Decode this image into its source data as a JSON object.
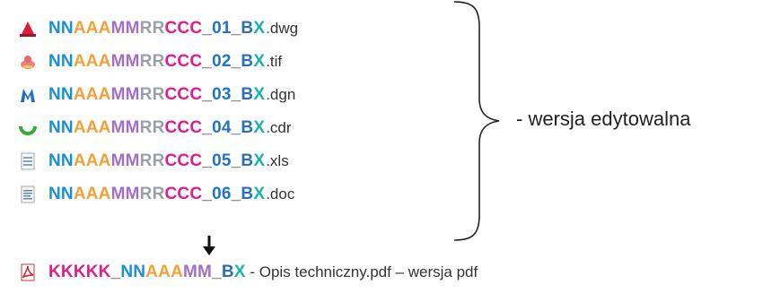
{
  "files": [
    {
      "icon": "autocad-icon",
      "parts": [
        "NN",
        "AAA",
        "MM",
        "RR",
        "CCC",
        "_",
        "01",
        "_",
        "B",
        "X"
      ],
      "ext": ".dwg"
    },
    {
      "icon": "image-file-icon",
      "parts": [
        "NN",
        "AAA",
        "MM",
        "RR",
        "CCC",
        "_",
        "02",
        "_",
        "B",
        "X"
      ],
      "ext": ".tif"
    },
    {
      "icon": "microstation-icon",
      "parts": [
        "NN",
        "AAA",
        "MM",
        "RR",
        "CCC",
        "_",
        "03",
        "_",
        "B",
        "X"
      ],
      "ext": ".dgn"
    },
    {
      "icon": "coreldraw-icon",
      "parts": [
        "NN",
        "AAA",
        "MM",
        "RR",
        "CCC",
        "_",
        "04",
        "_",
        "B",
        "X"
      ],
      "ext": ".cdr"
    },
    {
      "icon": "excel-file-icon",
      "parts": [
        "NN",
        "AAA",
        "MM",
        "RR",
        "CCC",
        "_",
        "05",
        "_",
        "B",
        "X"
      ],
      "ext": ".xls"
    },
    {
      "icon": "word-file-icon",
      "parts": [
        "NN",
        "AAA",
        "MM",
        "RR",
        "CCC",
        "_",
        "06",
        "_",
        "B",
        "X"
      ],
      "ext": ".doc"
    }
  ],
  "brace_label": "- wersja edytowalna",
  "pdf": {
    "icon": "pdf-file-icon",
    "k": "KKKKK",
    "us1": "_",
    "nn": "NN",
    "aaa": "AAA",
    "mm": "MM",
    "us2": "_",
    "b": "B",
    "x": "X",
    "rest": " - Opis techniczny.pdf – wersja pdf"
  },
  "colors": {
    "nn": "#1a8fd6",
    "aaa": "#f4a03a",
    "mm": "#a36ec4",
    "rr": "#9aa0a6",
    "ccc": "#e11d8c",
    "num": "#1f74c7",
    "b": "#2c6fb7",
    "x": "#16b7a8",
    "k": "#e11d8c"
  }
}
